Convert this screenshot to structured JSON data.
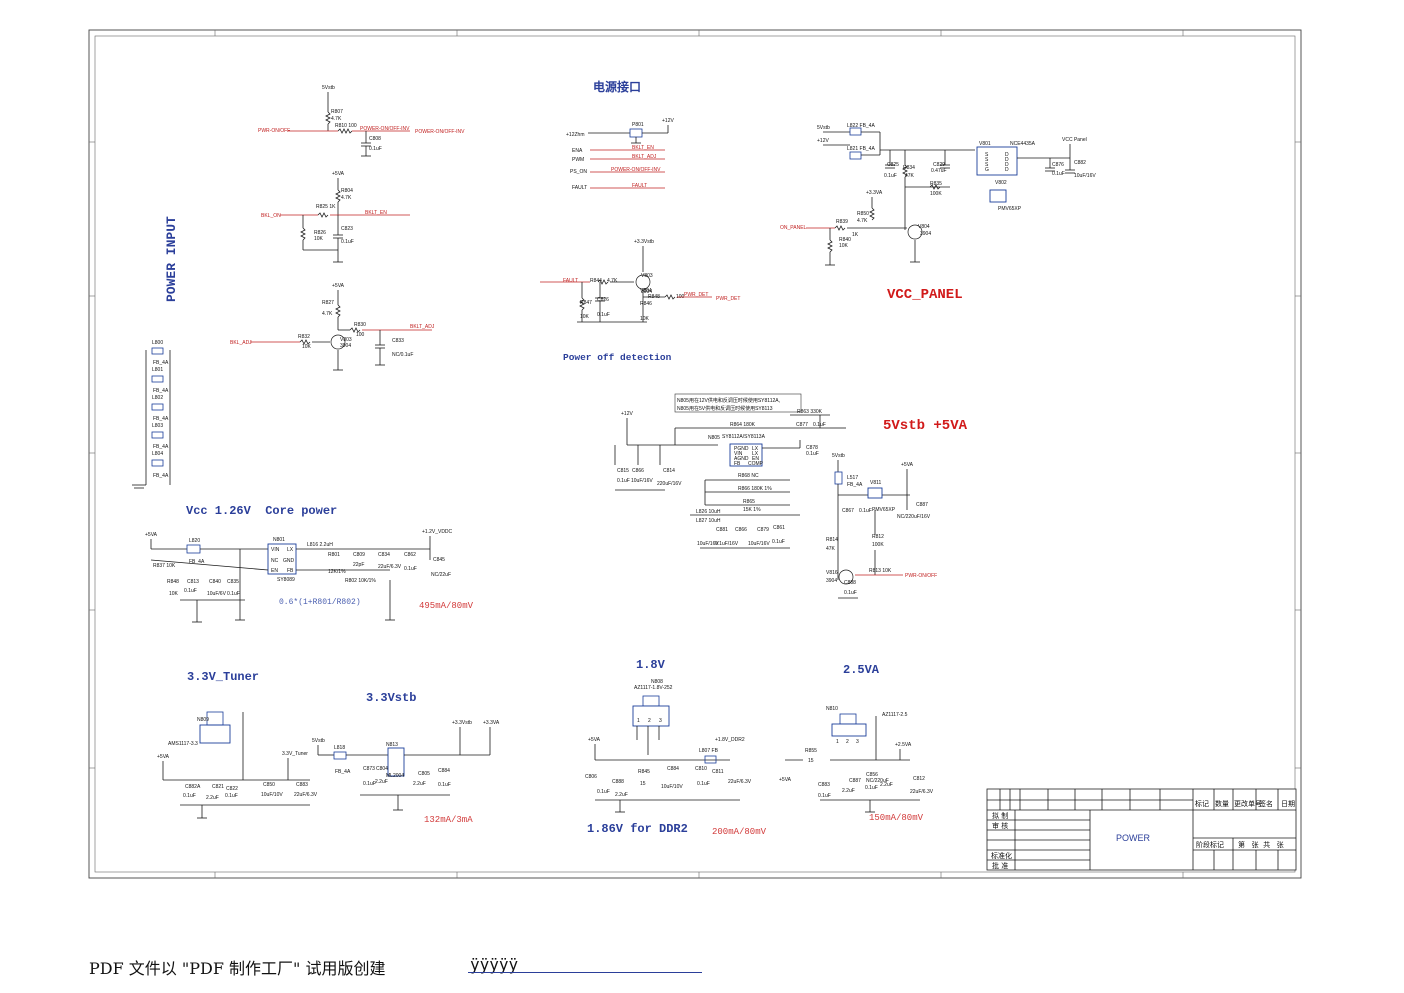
{
  "sections": {
    "power_input": "POWER INPUT",
    "power_interface": "电源接口",
    "vcc_panel": "VCC_PANEL",
    "power_off_detection": "Power off detection",
    "5vstb_5va": "5Vstb +5VA",
    "vcc_core": "Vcc 1.26V  Core power",
    "tuner_33v": "3.3V_Tuner",
    "stb_33v": "3.3Vstb",
    "v18": "1.8V",
    "v25": "2.5VA",
    "ddr2": "1.86V for DDR2"
  },
  "annotations": {
    "core_formula": "0.6*(1+R801/R802)",
    "core_current": "495mA/80mV",
    "stb_current": "132mA/3mA",
    "ddr2_current": "200mA/80mV",
    "v25_current": "150mA/80mV",
    "note_box_line1": "N805用在12V供电和反调压时候使用SY8112A,",
    "note_box_line2": "N805用在5V供电和反调压时候使用SY8113"
  },
  "nets": {
    "pwr_on_off": "PWR-ON/OFF",
    "power_on_off_inv": "POWER-ON/OFF-INV",
    "bkl_on": "BKL_ON",
    "bklt_en": "BKLT_EN",
    "bkl_adj": "BKL_ADJ",
    "bklt_adj": "BKLT_ADJ",
    "v12": "+12V",
    "v5": "+5VA",
    "v5stb": "5Vstb",
    "v33stb": "+3.3Vstb",
    "v33va": "+3.3VA",
    "v12vddc": "+1.2V_VDDC",
    "fault": "FAULT",
    "pwr_det": "PWR_DET",
    "on_panel": "ON_PANEL",
    "vcc_panel": "VCC Panel",
    "v18_ddr2": "+1.8V_DDR2",
    "v25va": "+2.5VA",
    "tuner": "3.3V_Tuner"
  },
  "interface_pins": [
    "+12Zhm",
    "ENA",
    "PWM",
    "PS_ON",
    "FAULT"
  ],
  "interface_nets": [
    "BKLT_EN",
    "BKLT_ADJ",
    "POWER-ON/OFF-INV",
    "FAULT"
  ],
  "components": {
    "ic_core": "SY8089",
    "ic_5v": "SY8112A/SY8113A",
    "ic_panel": "NCE4435A",
    "ic_18": "AZ1117-1.8V-252",
    "ic_25": "AZ1117-2.5",
    "ic_tuner": "AMS1117-3.3",
    "ic_stb": "ML2004",
    "mosfet": "PMV65XP"
  },
  "title_block": {
    "header_cells": [
      "标记",
      "数量",
      "更改单号",
      "签名",
      "日期"
    ],
    "rows": [
      "拟 制",
      "审 核",
      "",
      "",
      "标准化",
      "批 准"
    ],
    "title": "POWER",
    "stage_label": "阶段标记",
    "sheet_label": "第   张  共   张"
  },
  "footer": {
    "text": "PDF 文件以 \"PDF 制作工厂\" 试用版创建",
    "name": "ÿÿÿÿÿ"
  }
}
